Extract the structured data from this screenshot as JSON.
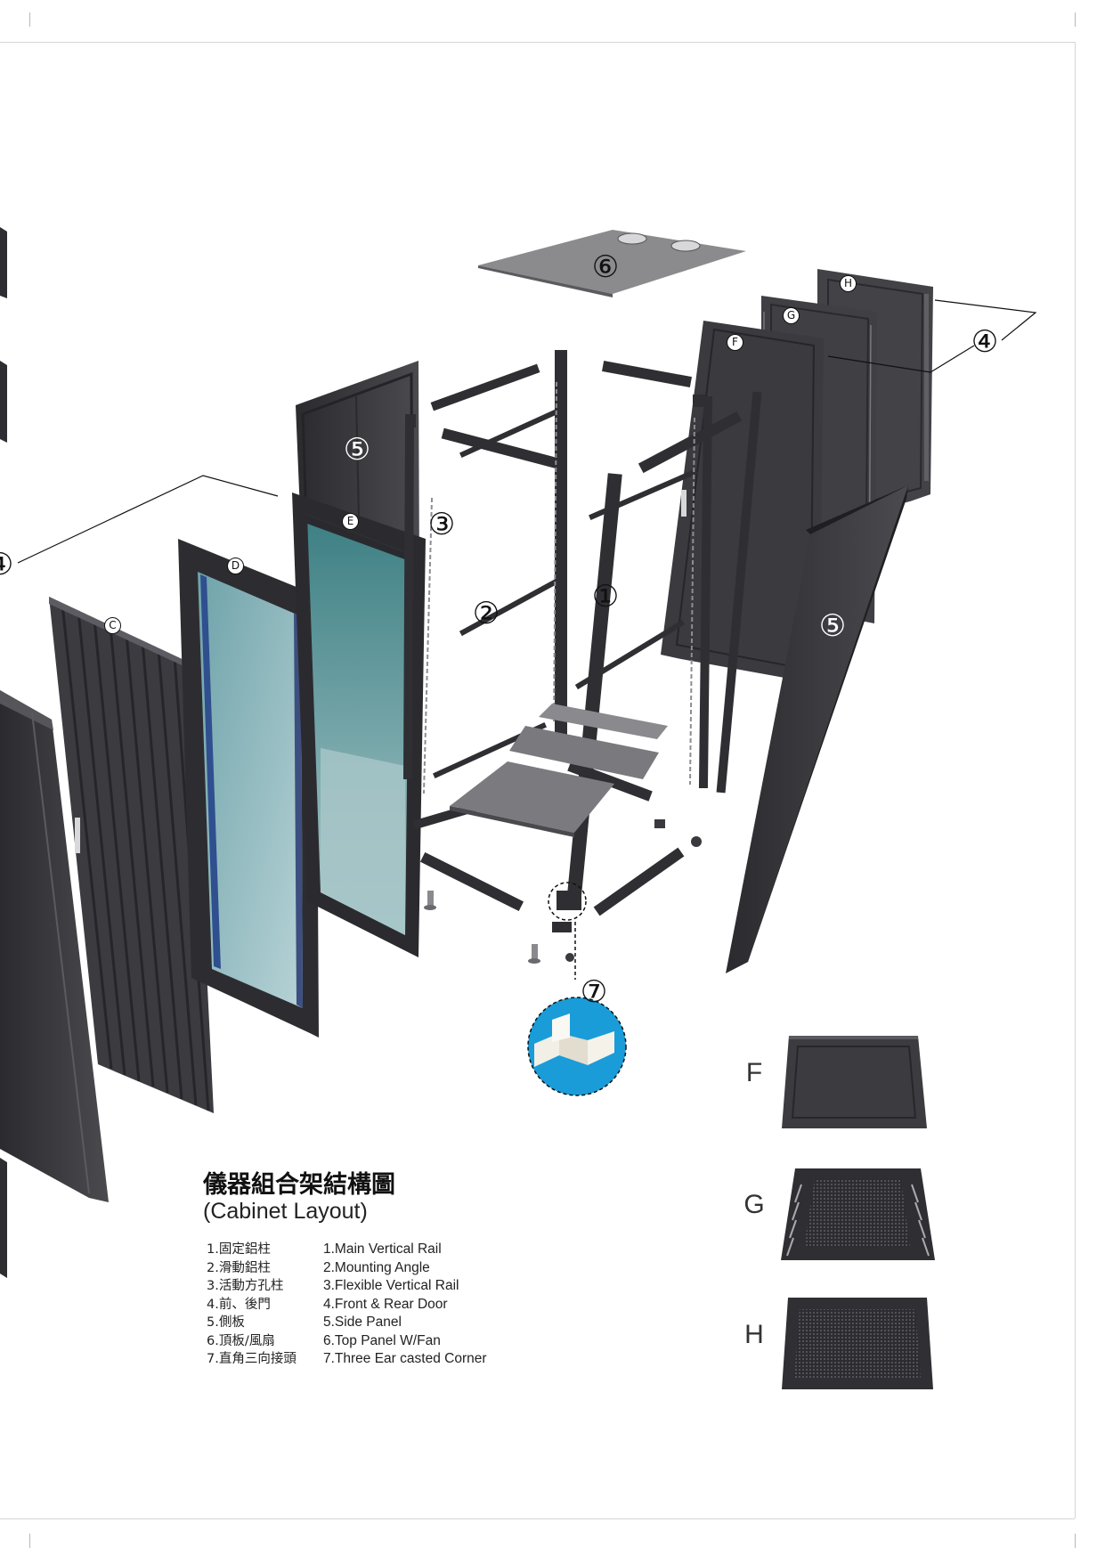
{
  "title_zh": "儀器組合架結構圖",
  "title_en": "(Cabinet Layout)",
  "legend": [
    {
      "zh": "1.固定鋁柱",
      "en": "1.Main Vertical Rail"
    },
    {
      "zh": "2.滑動鋁柱",
      "en": "2.Mounting Angle"
    },
    {
      "zh": "3.活動方孔柱",
      "en": "3.Flexible Vertical Rail"
    },
    {
      "zh": "4.前、後門",
      "en": "4.Front & Rear Door"
    },
    {
      "zh": "5.側板",
      "en": "5.Side Panel"
    },
    {
      "zh": "6.頂板/風扇",
      "en": "6.Top Panel W/Fan"
    },
    {
      "zh": "7.直角三向接頭",
      "en": "7.Three Ear casted Corner"
    }
  ],
  "callouts": {
    "c1": "①",
    "c2": "②",
    "c3": "③",
    "c4_right": "④",
    "c4_left": "④",
    "c5_back": "⑤",
    "c5_right": "⑤",
    "c6": "⑥",
    "c7": "⑦"
  },
  "door_letters": {
    "C": "C",
    "D": "D",
    "E": "E",
    "F": "F",
    "G": "G",
    "H": "H"
  },
  "panel_variants": [
    "F",
    "G",
    "H"
  ],
  "colors": {
    "panel_dark": "#3a3a3e",
    "panel_edge": "#1e1e22",
    "glass": "#8fb7bd",
    "glass_teal": "#4f8f92",
    "top_panel": "#8a8a8d",
    "corner_circle": "#1a9cd8"
  }
}
